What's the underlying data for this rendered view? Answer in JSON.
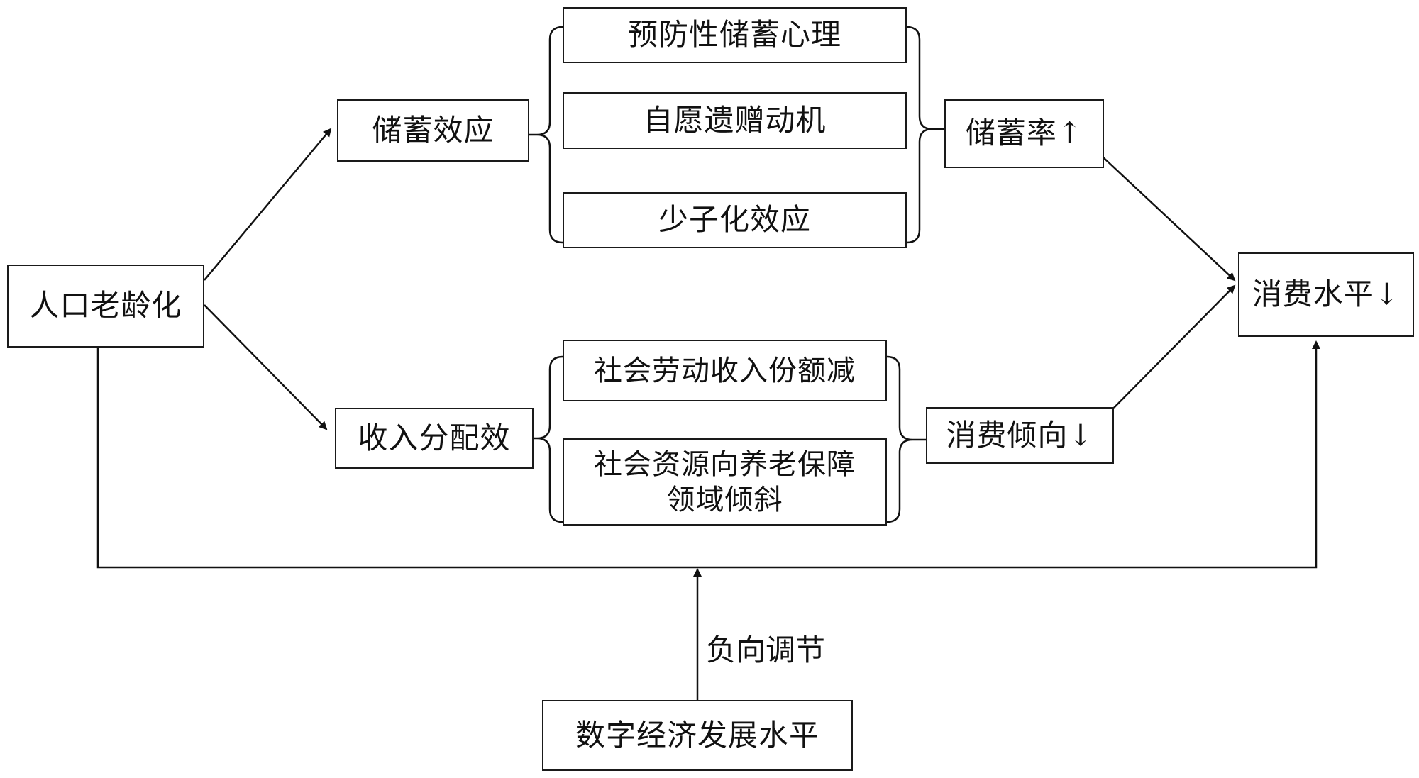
{
  "nodes": {
    "aging": "人口老龄化",
    "saving_effect": "储蓄效应",
    "precautionary": "预防性储蓄心理",
    "bequest": "自愿遗赠动机",
    "fewer_children": "少子化效应",
    "saving_rate": "储蓄率↑",
    "consumption_level": "消费水平↓",
    "income_distribution": "收入分配效",
    "labor_share": "社会劳动收入份额减",
    "resources_line1": "社会资源向养老保障",
    "resources_line2": "领域倾斜",
    "consumption_propensity": "消费倾向↓",
    "digital_economy": "数字经济发展水平"
  },
  "edge_labels": {
    "moderation": "负向调节"
  }
}
